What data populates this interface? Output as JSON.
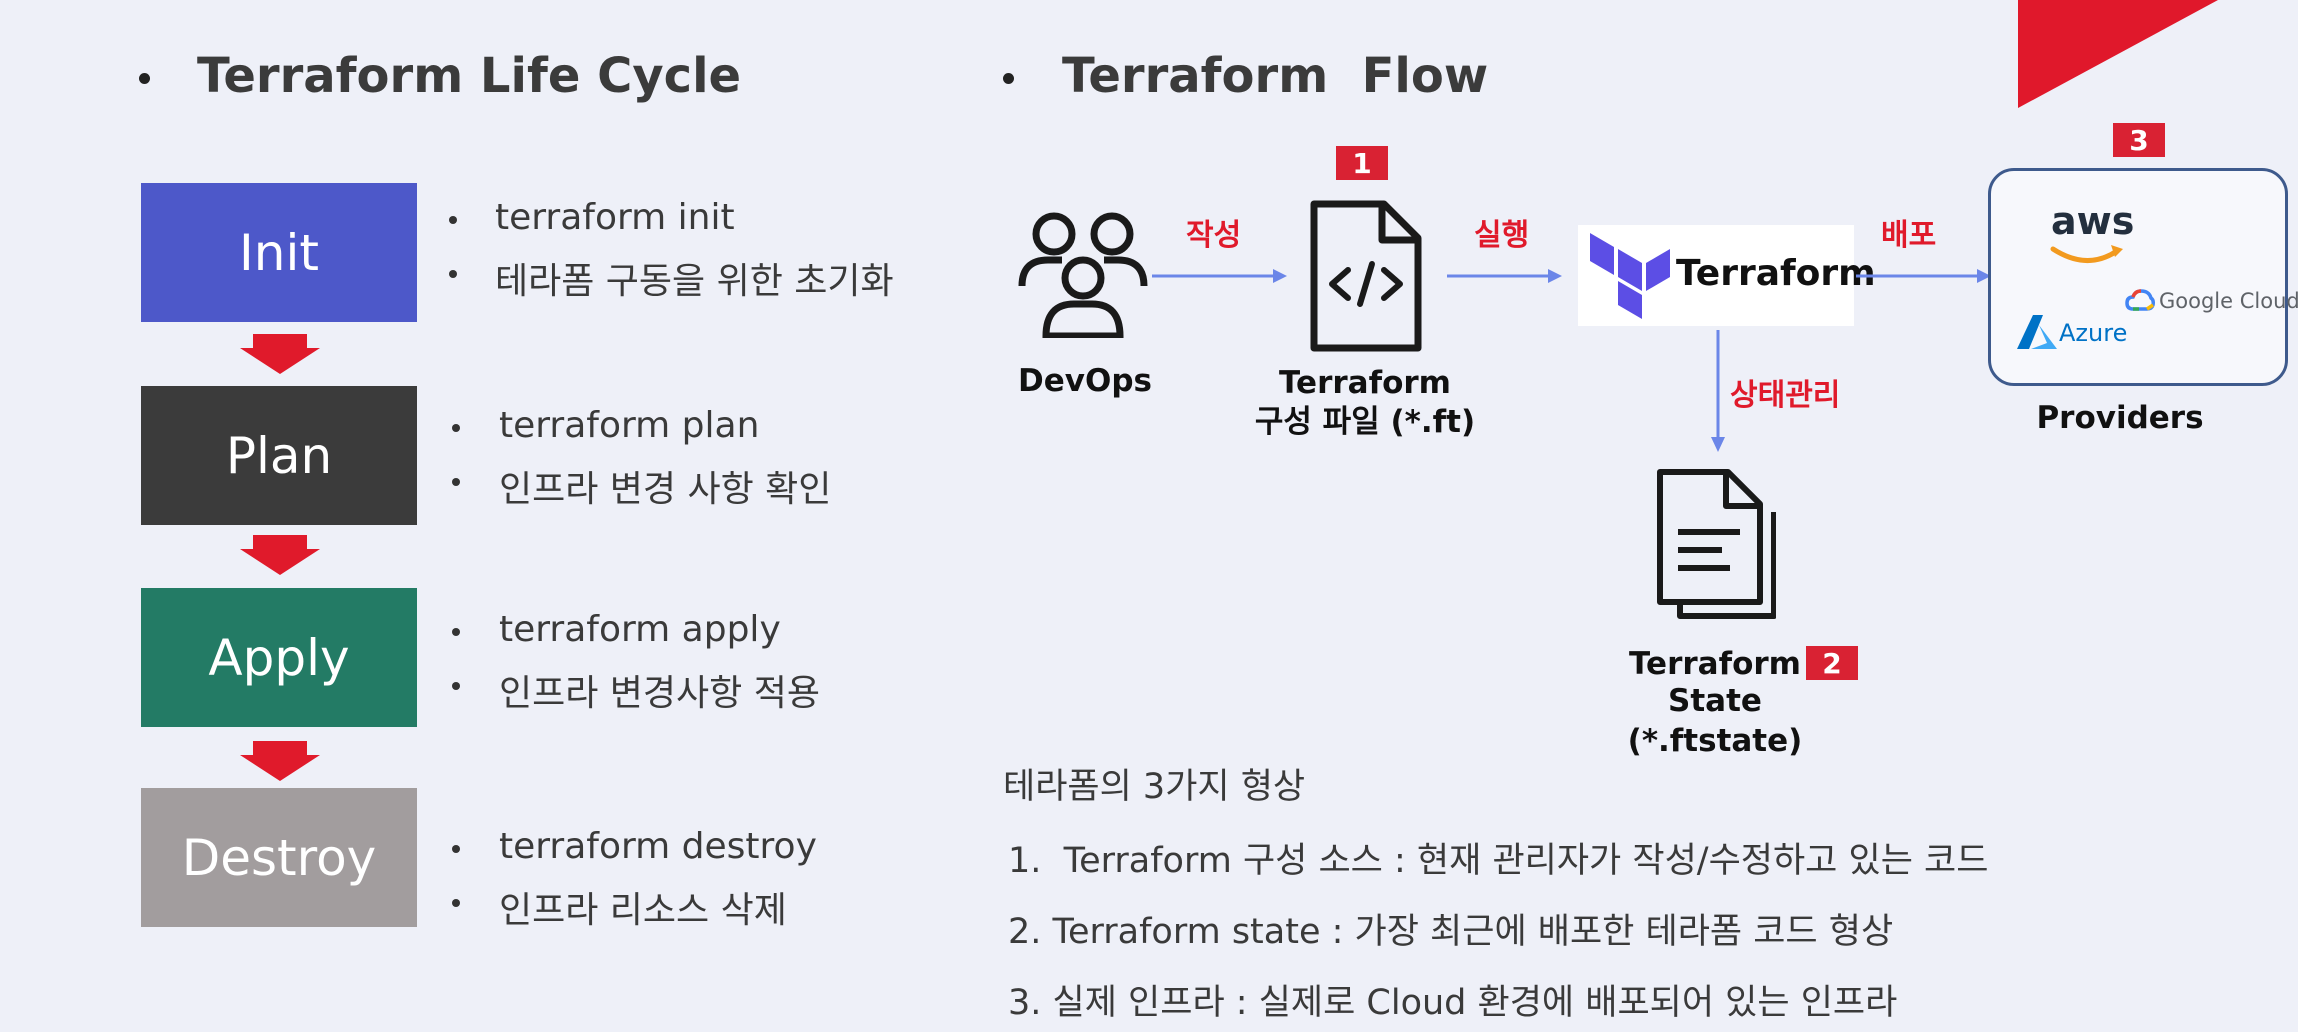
{
  "left": {
    "heading": "Terraform Life Cycle",
    "stages": [
      {
        "label": "Init",
        "color": "#4d58c9",
        "bullets": [
          "terraform init",
          "테라폼 구동을 위한 초기화"
        ]
      },
      {
        "label": "Plan",
        "color": "#3b3b3b",
        "bullets": [
          "terraform plan",
          "인프라 변경 사항 확인"
        ]
      },
      {
        "label": "Apply",
        "color": "#237b65",
        "bullets": [
          "terraform apply",
          "인프라 변경사항 적용"
        ]
      },
      {
        "label": "Destroy",
        "color": "#a29d9e",
        "bullets": [
          "terraform destroy",
          "인프라 리소스 삭제"
        ]
      }
    ],
    "arrow_color": "#e01a2b"
  },
  "right": {
    "heading": "Terraform  Flow",
    "badges": [
      "1",
      "2",
      "3"
    ],
    "actors": {
      "devops": "DevOps",
      "file_line1": "Terraform",
      "file_line2": "구성 파일 (*.ft)",
      "terraform_logo": "Terraform",
      "state_line1": "Terraform",
      "state_line2": "State",
      "state_line3": "(*.ftstate)",
      "providers": "Providers"
    },
    "edges": {
      "write": "작성",
      "execute": "실행",
      "deploy": "배포",
      "state_mgmt": "상태관리"
    },
    "providers_list": {
      "aws": "aws",
      "azure": "Azure",
      "gcp": "Google Cloud"
    },
    "section_title": "테라폼의 3가지 형상",
    "items": [
      "1.  Terraform 구성 소스 : 현재 관리자가 작성/수정하고 있는 코드",
      "2. Terraform state : 가장 최근에 배포한 테라폼 코드 형상",
      "3. 실제 인프라 : 실제로 Cloud 환경에 배포되어 있는 인프라"
    ]
  },
  "colors": {
    "accent_red": "#d92233",
    "flow_arrow": "#6b86e8",
    "terraform_purple": "#5c4ee5"
  }
}
